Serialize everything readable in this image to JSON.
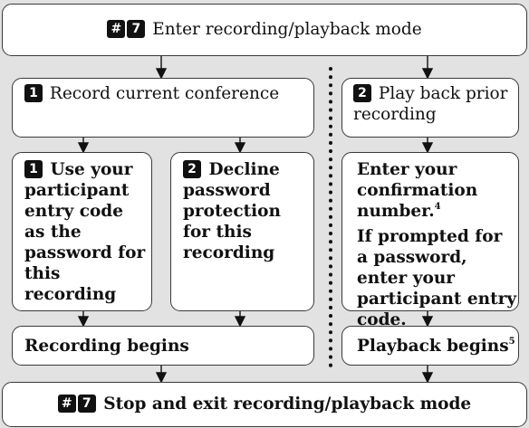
{
  "colors": {
    "background": "#e2e2e2",
    "box": "#ffffff",
    "border": "#3a3a3a",
    "key_fill": "#111111"
  },
  "top": {
    "keys": [
      "#",
      "7"
    ],
    "text": "Enter recording/playback mode"
  },
  "branch_record": {
    "key": "1",
    "text": "Record current conference"
  },
  "branch_playback": {
    "key": "2",
    "text": "Play back prior recording"
  },
  "option_use_code": {
    "key": "1",
    "text": "Use your participant entry code as the password for this recording"
  },
  "option_decline": {
    "key": "2",
    "text": "Decline password protection for this recording"
  },
  "playback_steps": {
    "step1": "Enter your confirmation number.",
    "step1_note": "4",
    "step2": "If prompted for a password, enter your participant entry code."
  },
  "recording_begins": "Recording begins",
  "playback_begins": {
    "text": "Playback begins",
    "note": "5"
  },
  "bottom": {
    "keys": [
      "#",
      "7"
    ],
    "text": "Stop and exit recording/playback mode"
  }
}
